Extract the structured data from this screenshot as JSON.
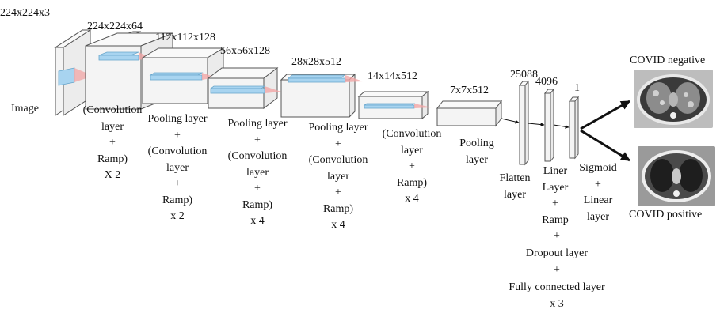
{
  "input_label": "Image",
  "dimensions": {
    "d0": "224x224x3",
    "d1": "224x224x64",
    "d2": "112x112x128",
    "d3": "56x56x128",
    "d4": "28x28x512",
    "d5": "14x14x512",
    "d6": "7x7x512",
    "d7": "25088",
    "d8": "4096",
    "d9": "1"
  },
  "stages": [
    {
      "lines": [
        "(Convolution",
        "layer",
        "+",
        "Ramp)",
        "X 2"
      ]
    },
    {
      "lines": [
        "Pooling layer",
        "+",
        "(Convolution",
        "layer",
        "+",
        "Ramp)",
        "x 2"
      ]
    },
    {
      "lines": [
        "Pooling layer",
        "+",
        "(Convolution",
        "layer",
        "+",
        "Ramp)",
        "x 4"
      ]
    },
    {
      "lines": [
        "Pooling layer",
        "+",
        "(Convolution",
        "layer",
        "+",
        "Ramp)",
        "x 4"
      ]
    },
    {
      "lines": [
        "(Convolution",
        "layer",
        "+",
        "Ramp)",
        "x 4"
      ]
    },
    {
      "lines": [
        "Pooling",
        "layer"
      ]
    }
  ],
  "flatten": {
    "lines": [
      "Flatten",
      "layer"
    ]
  },
  "liner": {
    "lines": [
      "Liner",
      "Layer",
      "+",
      "Ramp"
    ]
  },
  "fc_block": {
    "lines": [
      "+",
      "Dropout layer",
      "+",
      "Fully connected layer",
      "x 3"
    ]
  },
  "sigmoid": {
    "lines": [
      "Sigmoid",
      "+",
      "Linear",
      "layer"
    ]
  },
  "outputs": {
    "negative": "COVID negative",
    "positive": "COVID positive"
  },
  "colors": {
    "box_stroke": "#555555",
    "box_fill": "#f4f4f4",
    "kernel_blue": "#a8d4f0",
    "kernel_pink": "#f2a6a6",
    "arrow": "#111111"
  }
}
